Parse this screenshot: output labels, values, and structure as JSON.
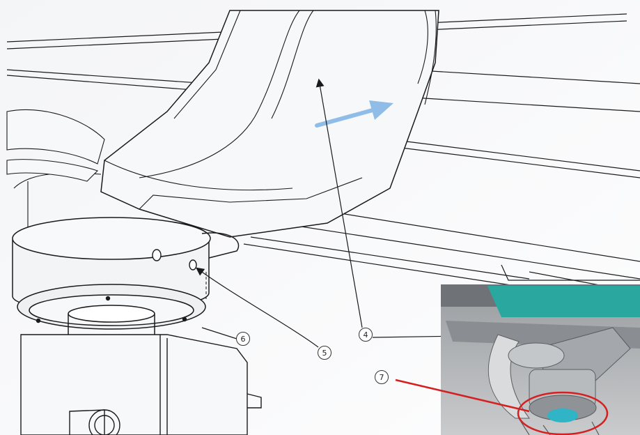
{
  "diagram": {
    "callouts": [
      {
        "id": "4",
        "label": "4"
      },
      {
        "id": "5",
        "label": "5"
      },
      {
        "id": "6",
        "label": "6"
      },
      {
        "id": "7",
        "label": "7"
      }
    ],
    "colors": {
      "outline": "#1a1a1a",
      "arrow_blue": "#8fbde8",
      "leader_red": "#d42020",
      "teal_part": "#2aa8a0",
      "photo_bg": "#b9bcbf"
    },
    "icons": {
      "direction_arrow": "blue-arrow-icon"
    }
  }
}
